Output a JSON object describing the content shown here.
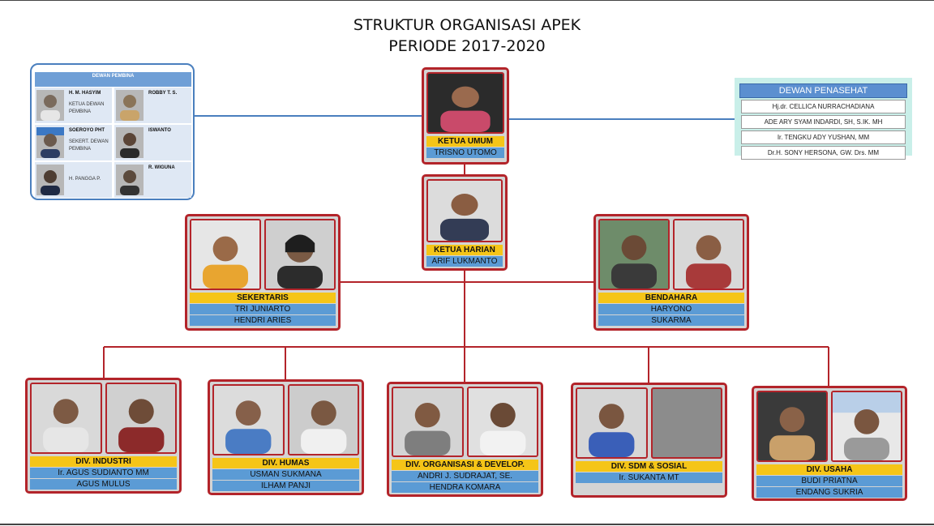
{
  "title": {
    "line1": "STRUKTUR ORGANISASI APEK",
    "line2": "PERIODE 2017-2020"
  },
  "dewan_pembina": {
    "header": "DEWAN PEMBINA",
    "members": [
      {
        "name": "H. M. HASYIM",
        "role": "KETUA DEWAN PEMBINA"
      },
      {
        "name": "ROBBY T.  S.",
        "role": ""
      },
      {
        "name": "SOEROYO PHT",
        "role": "SEKERT. DEWAN PEMBINA"
      },
      {
        "name": "ISWANTO",
        "role": ""
      },
      {
        "name": "",
        "role": "H. PANGGA P."
      },
      {
        "name": "R. WIGUNA",
        "role": ""
      }
    ]
  },
  "dewan_penasehat": {
    "header": "DEWAN PENASEHAT",
    "members": [
      "Hj.dr. CELLICA NURRACHADIANA",
      "ADE ARY SYAM INDARDI, SH, S.IK. MH",
      "Ir. TENGKU ADY YUSHAN, MM",
      "Dr.H. SONY HERSONA, GW. Drs. MM"
    ]
  },
  "ketua_umum": {
    "role": "KETUA UMUM",
    "names": [
      "TRISNO UTOMO"
    ]
  },
  "ketua_harian": {
    "role": "KETUA HARIAN",
    "names": [
      "ARIF LUKMANTO"
    ]
  },
  "sekertaris": {
    "role": "SEKERTARIS",
    "names": [
      "TRI JUNIARTO",
      "HENDRI ARIES"
    ]
  },
  "bendahara": {
    "role": "BENDAHARA",
    "names": [
      "HARYONO",
      "SUKARMA"
    ]
  },
  "divisions": [
    {
      "role": "DIV. INDUSTRI",
      "names": [
        "Ir. AGUS SUDIANTO MM",
        "AGUS MULUS"
      ]
    },
    {
      "role": "DIV. HUMAS",
      "names": [
        "USMAN SUKMANA",
        "ILHAM PANJI"
      ]
    },
    {
      "role": "DIV. ORGANISASI & DEVELOP.",
      "names": [
        "ANDRI J. SUDRAJAT, SE.",
        "HENDRA KOMARA"
      ]
    },
    {
      "role": "DIV. SDM & SOSIAL",
      "names": [
        "Ir. SUKANTA MT"
      ]
    },
    {
      "role": "DIV. USAHA",
      "names": [
        "BUDI PRIATNA",
        "ENDANG SUKRIA"
      ]
    }
  ],
  "colors": {
    "card_border": "#b3242a",
    "role_band": "#f5c518",
    "name_band": "#5b9bd5",
    "connector_red": "#b3242a",
    "connector_blue": "#4a7fbe"
  }
}
